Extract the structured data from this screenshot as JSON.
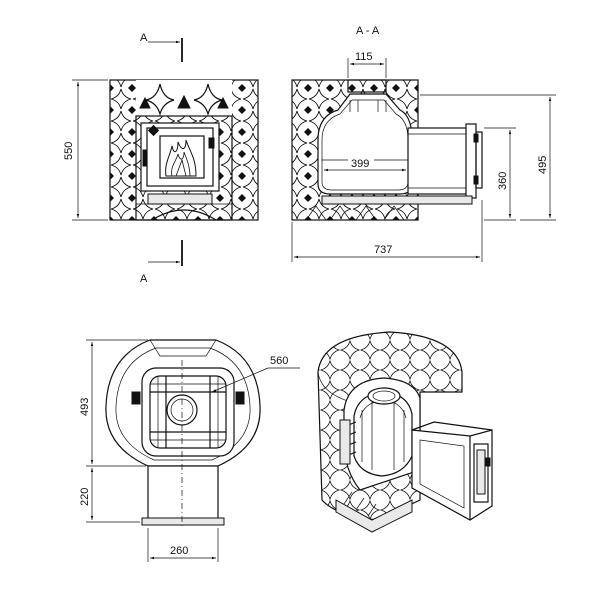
{
  "section_label": "A - A",
  "cut_marks": {
    "top": "A",
    "bottom": "A"
  },
  "dimensions": {
    "front_height": "550",
    "chimney_offset": "115",
    "firebox_width": "399",
    "door_height": "360",
    "side_height": "495",
    "side_length": "737",
    "plan_radius": "560",
    "plan_depth": "493",
    "tunnel_length": "220",
    "tunnel_width": "260"
  }
}
